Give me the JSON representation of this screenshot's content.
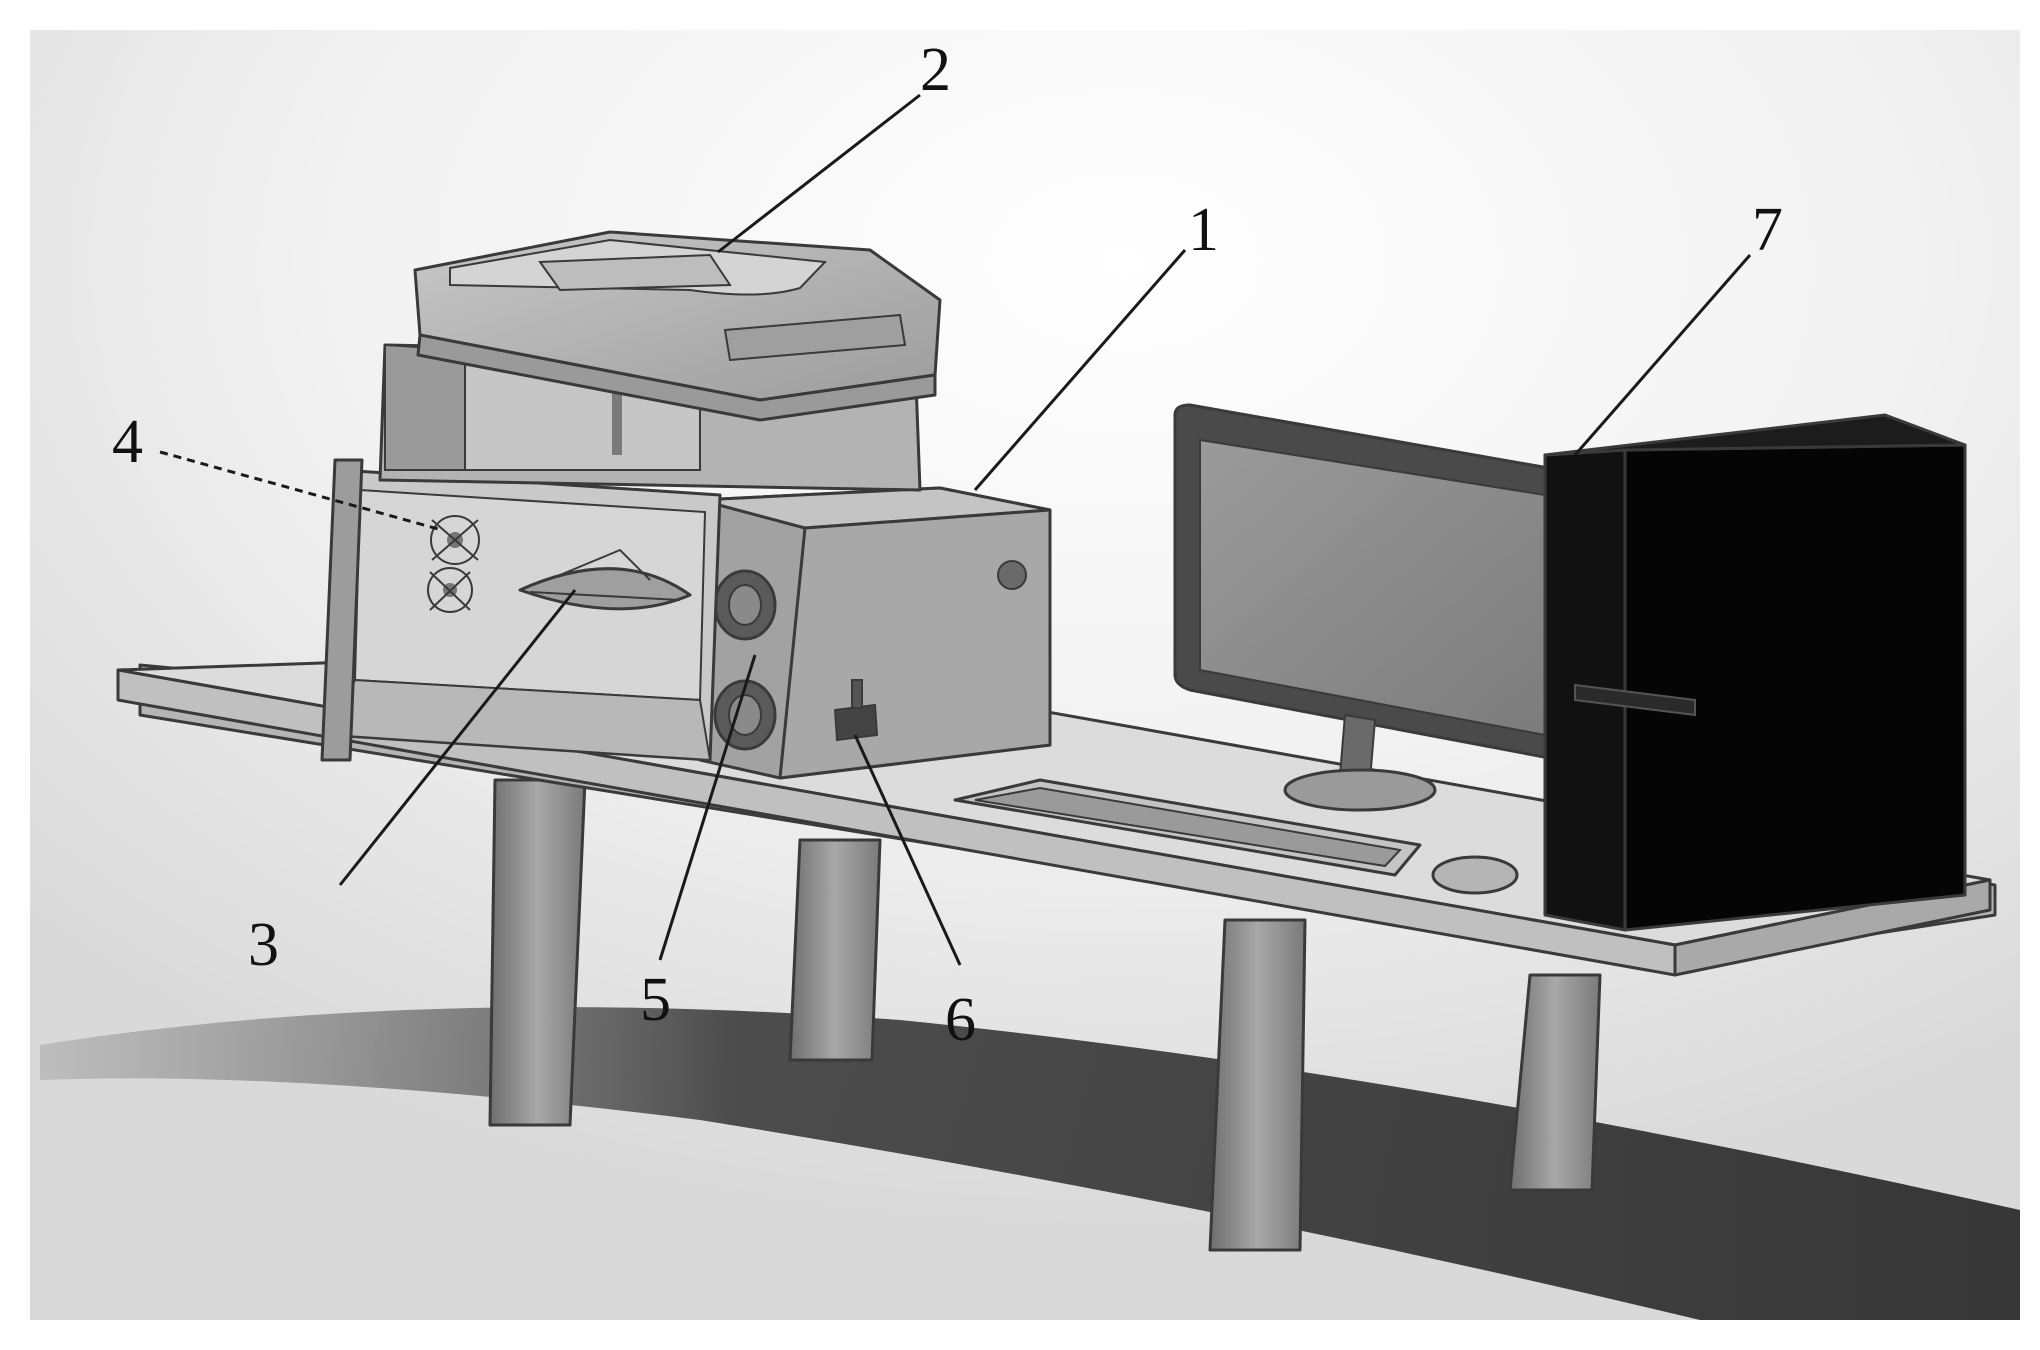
{
  "callouts": [
    {
      "id": "1",
      "label": "1"
    },
    {
      "id": "2",
      "label": "2"
    },
    {
      "id": "3",
      "label": "3"
    },
    {
      "id": "4",
      "label": "4"
    },
    {
      "id": "5",
      "label": "5"
    },
    {
      "id": "6",
      "label": "6"
    },
    {
      "id": "7",
      "label": "7"
    }
  ],
  "colors": {
    "table_top": "#dcdcdc",
    "table_edge": "#b5b5b5",
    "table_leg": "#8f8f8f",
    "chamber_body": "#a9a9a9",
    "printer_body": "#b0b0b0",
    "monitor_frame": "#4a4a4a",
    "screen": "#8a8a8a",
    "computer_case": "#050505",
    "shadow": "#3c3c3c"
  }
}
